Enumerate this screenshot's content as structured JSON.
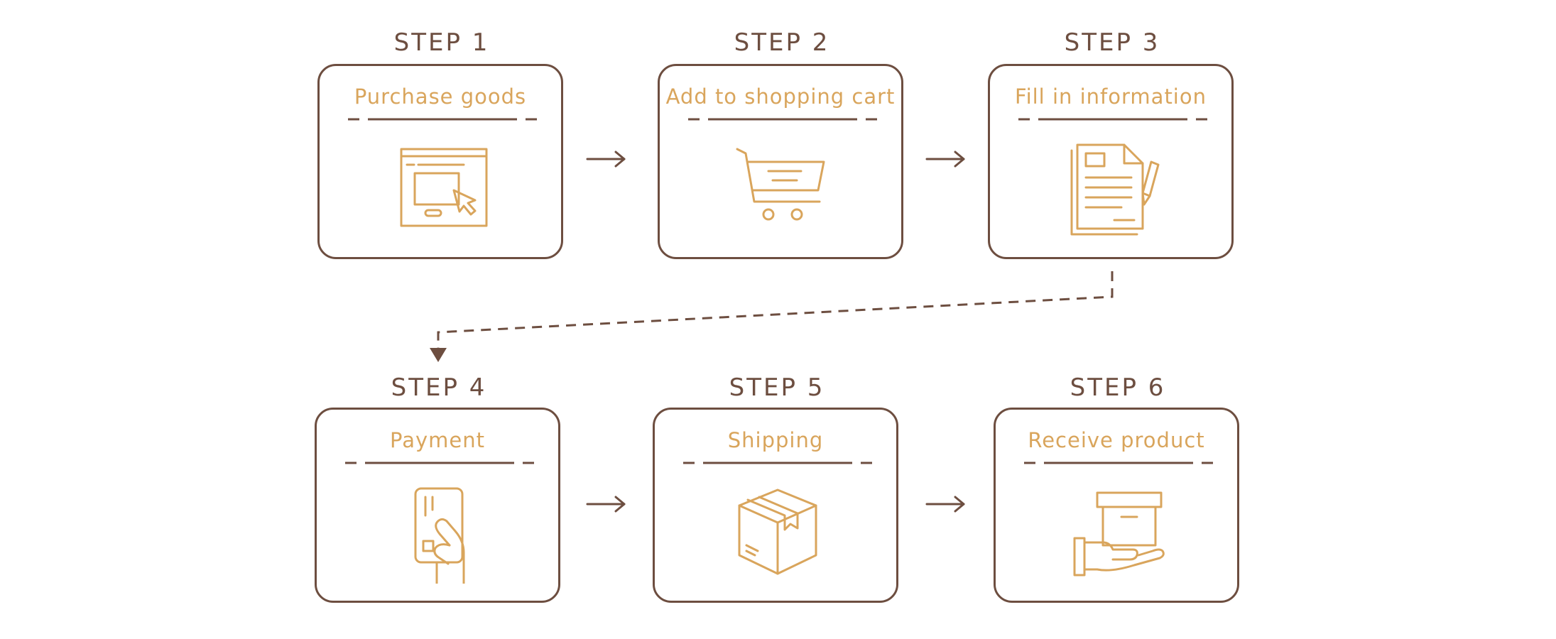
{
  "colors": {
    "brown": "#6d4e40",
    "gold": "#d9a55c",
    "background": "#ffffff"
  },
  "steps": [
    {
      "label": "STEP 1",
      "title": "Purchase goods",
      "icon": "browser-cursor-icon"
    },
    {
      "label": "STEP 2",
      "title": "Add to shopping cart",
      "icon": "shopping-cart-icon"
    },
    {
      "label": "STEP 3",
      "title": "Fill in information",
      "icon": "document-pen-icon"
    },
    {
      "label": "STEP 4",
      "title": "Payment",
      "icon": "hand-card-icon"
    },
    {
      "label": "STEP 5",
      "title": "Shipping",
      "icon": "parcel-box-icon"
    },
    {
      "label": "STEP 6",
      "title": "Receive product",
      "icon": "hand-box-icon"
    }
  ]
}
